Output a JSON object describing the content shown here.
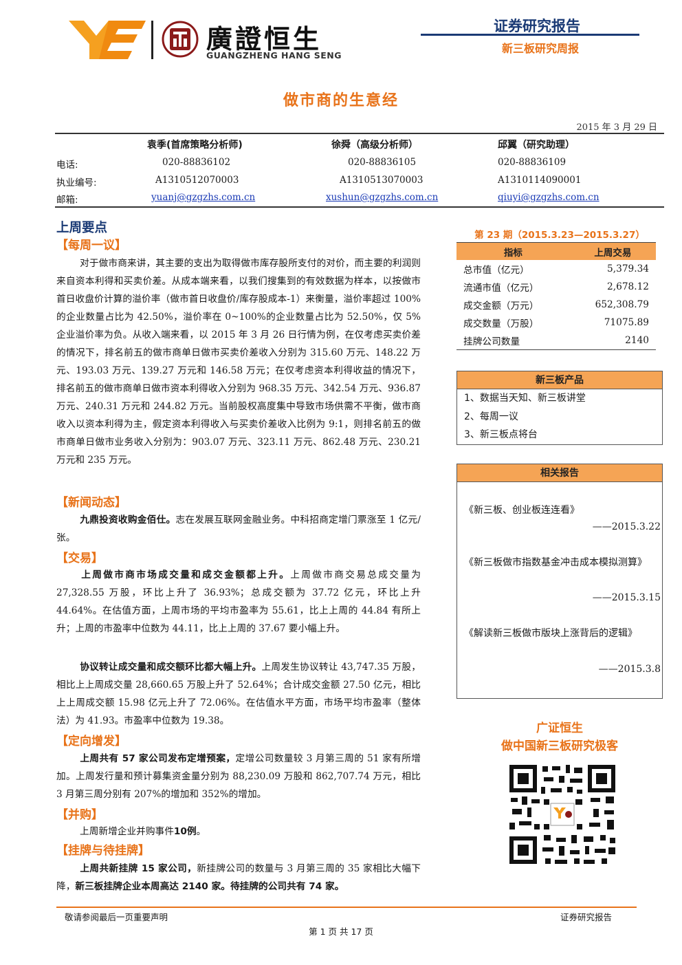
{
  "header": {
    "logo_name": "廣證恒生",
    "logo_en": "GUANGZHENG HANG SENG",
    "report_type": "证券研究报告",
    "report_sub": "新三板研究周报",
    "title": "做市商的生意经",
    "date": "2015 年 3 月 29 日"
  },
  "analysts": {
    "labels": {
      "phone": "电话:",
      "license": "执业编号:",
      "email": "邮箱:"
    },
    "people": [
      {
        "name": "袁季(首席策略分析师)",
        "phone": "020-88836102",
        "license": "A1310512070003",
        "email": "yuanj@gzgzhs.com.cn"
      },
      {
        "name": "徐舜（高级分析师）",
        "phone": "020-88836105",
        "license": "A1310513070003",
        "email": "xushun@gzgzhs.com.cn"
      },
      {
        "name": "邱翼（研究助理）",
        "phone": "020-88836109",
        "license": "A1310114090001",
        "email": "qiuyi@gzgzhs.com.cn"
      }
    ]
  },
  "main": {
    "heading": "上周要点",
    "weekly": {
      "heading": "【每周一议】",
      "text": "对于做市商来讲，其主要的支出为取得做市库存股所支付的对价，而主要的利润则来自资本利得和买卖价差。从成本端来看，以我们搜集到的有效数据为样本，以按做市首日收盘价计算的溢价率（做市首日收盘价/库存股成本-1）来衡量，溢价率超过 100%的企业数量占比为 42.50%，溢价率在 0~100%的企业数量占比为 52.50%，仅 5%企业溢价率为负。从收入端来看，以 2015 年 3 月 26 日行情为例，在仅考虑买卖价差的情况下，排名前五的做市商单日做市买卖价差收入分别为 315.60 万元、148.22 万元、193.03 万元、139.27 万元和 146.58 万元；在仅考虑资本利得收益的情况下，排名前五的做市商单日做市资本利得收入分别为 968.35 万元、342.54 万元、936.87 万元、240.31 万元和 244.82 万元。当前股权高度集中导致市场供需不平衡，做市商收入以资本利得为主，假定资本利得收入与买卖价差收入比例为 9:1，则排名前五的做市商单日做市业务收入分别为：903.07 万元、323.11 万元、862.48 万元、230.21 万元和 235 万元。"
    },
    "news": {
      "heading": "【新闻动态】",
      "bold": "九鼎投资收购金佰仕。",
      "text": "志在发展互联网金融业务。中科招商定增门票涨至 1 亿元/张。"
    },
    "trade": {
      "heading": "【交易】",
      "p1_bold": "上周做市商市场成交量和成交金额都上升。",
      "p1_text": "上周做市商交易总成交量为 27,328.55 万股，环比上升了 36.93%；总成交额为 37.72 亿元，环比上升 44.64%。在估值方面，上周市场的平均市盈率为 55.61，比上上周的 44.84 有所上升；上周的市盈率中位数为 44.11，比上上周的 37.67 要小幅上升。",
      "p2_bold": "协议转让成交量和成交额环比都大幅上升。",
      "p2_text": "上周发生协议转让 43,747.35 万股，相比上上周成交量 28,660.65 万股上升了 52.64%；合计成交金额 27.50 亿元，相比上上周成交额 15.98 亿元上升了 72.06%。在估值水平方面，市场平均市盈率（整体法）为 41.93。市盈率中位数为 19.38。"
    },
    "placement": {
      "heading": "【定向增发】",
      "bold": "上周共有 57 家公司发布定增预案，",
      "text": "定增公司数量较 3 月第三周的 51 家有所增加。上周发行量和预计募集资金量分别为 88,230.09 万股和 862,707.74 万元，相比 3 月第三周分别有 207%的增加和 352%的增加。"
    },
    "mna": {
      "heading": "【并购】",
      "text": "上周新增企业并购事件",
      "bold": "10例",
      "tail": "。"
    },
    "listing": {
      "heading": "【挂牌与待挂牌】",
      "bold1": "上周共新挂牌 15 家公司，",
      "text1": "新挂牌公司的数量与 3 月第三周的 35 家相比大幅下降，",
      "bold2": "新三板挂牌企业本周高达 2140 家。待挂牌的公司共有 74 家。"
    }
  },
  "sidebar": {
    "period": "第 23 期（2015.3.23—2015.3.27）",
    "table": {
      "headers": [
        "指标",
        "上周交易"
      ],
      "rows": [
        [
          "总市值（亿元）",
          "5,379.34"
        ],
        [
          "流通市值（亿元）",
          "2,678.12"
        ],
        [
          "成交金额（万元）",
          "652,308.79"
        ],
        [
          "成交数量（万股）",
          "71075.89"
        ],
        [
          "挂牌公司数量",
          "2140"
        ]
      ]
    },
    "products": {
      "heading": "新三板产品",
      "items": [
        "1、数据当天知、新三板讲堂",
        "2、每周一议",
        "3、新三板点将台"
      ]
    },
    "reports": {
      "heading": "相关报告",
      "items": [
        {
          "title": "《新三板、创业板连连看》",
          "date": "——2015.3.22"
        },
        {
          "title": "《新三板做市指数基金冲击成本模拟测算》",
          "date": "——2015.3.15"
        },
        {
          "title": "《解读新三板做市版块上涨背后的逻辑》",
          "date": "——2015.3.8"
        }
      ]
    },
    "blog_line1": "广证恒生",
    "blog_line2": "做中国新三板研究极客"
  },
  "footer": {
    "left": "敬请参阅最后一页重要声明",
    "right": "证券研究报告",
    "page": "第 1 页 共 17 页"
  },
  "colors": {
    "orange": "#e8731a",
    "navy": "#1a3a75",
    "table_header": "#f5a455",
    "link": "#1a3ab5"
  }
}
